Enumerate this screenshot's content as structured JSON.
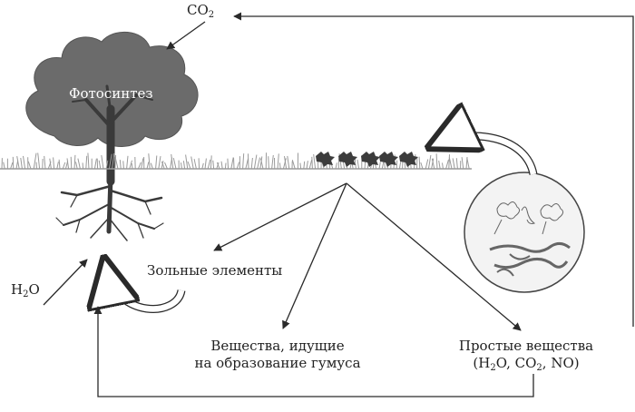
{
  "labels": {
    "co2_top": {
      "main": "CO",
      "sub": "2"
    },
    "photosynthesis": "Фотосинтез",
    "h2o_left": {
      "pre": "H",
      "sub": "2",
      "post": "O"
    },
    "ash_elements": "Зольные элементы",
    "humus_substances": {
      "line1": "Вещества, идущие",
      "line2": "на образование гумуса"
    },
    "simple_substances": {
      "line1": "Простые вещества",
      "line2_parts": [
        "(H",
        "2",
        "O, CO",
        "2",
        ", NO)"
      ]
    }
  },
  "colors": {
    "arrow": "#2a2a2a",
    "canopy": "#6b6b6b",
    "trunk": "#3a3a3a",
    "grass": "#9a9a9a",
    "leaf": "#3c3c3c",
    "circle_fill": "#f3f3f3"
  }
}
